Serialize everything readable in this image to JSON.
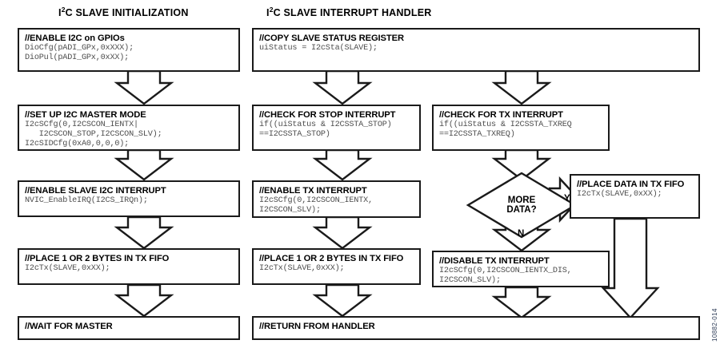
{
  "figure": {
    "id_label": "10882-014",
    "columns": [
      {
        "heading_prefix": "I",
        "heading_sup": "2",
        "heading_rest": "C SLAVE INITIALIZATION"
      },
      {
        "heading_prefix": "I",
        "heading_sup": "2",
        "heading_rest": "C SLAVE INTERRUPT HANDLER"
      }
    ]
  },
  "init_flow": {
    "box1": {
      "title": "//ENABLE I2C on GPIOs",
      "code": "DioCfg(pADI_GPx,0xXXX);\nDioPul(pADI_GPx,0xXX);"
    },
    "box2": {
      "title": "//SET UP I2C MASTER MODE",
      "code": "I2cSCfg(0,I2CSCON_IENTX|\n   I2CSCON_STOP,I2CSCON_SLV);\nI2cSIDCfg(0xA0,0,0,0);"
    },
    "box3": {
      "title": "//ENABLE SLAVE I2C INTERRUPT",
      "code": "NVIC_EnableIRQ(I2CS_IRQn);"
    },
    "box4": {
      "title": "//PLACE 1 OR 2 BYTES IN TX FIFO",
      "code": "I2cTx(SLAVE,0xXX);"
    },
    "box5": {
      "title": "//WAIT FOR MASTER",
      "code": ""
    }
  },
  "handler_flow": {
    "box1": {
      "title": "//COPY SLAVE STATUS REGISTER",
      "code": "uiStatus = I2cSta(SLAVE);"
    },
    "stop_branch": {
      "check": {
        "title": "//CHECK FOR STOP INTERRUPT",
        "code": "if((uiStatus & I2CSSTA_STOP)\n==I2CSSTA_STOP)"
      },
      "enable_tx": {
        "title": "//ENABLE TX INTERRUPT",
        "code": "I2cSCfg(0,I2CSCON_IENTX,\nI2CSCON_SLV);"
      },
      "place_bytes": {
        "title": "//PLACE 1 OR 2 BYTES IN TX FIFO",
        "code": "I2cTx(SLAVE,0xXX);"
      }
    },
    "tx_branch": {
      "check": {
        "title": "//CHECK FOR TX INTERRUPT",
        "code": "if((uiStatus & I2CSSTA_TXREQ\n==I2CSSTA_TXREQ)"
      },
      "decision": {
        "line1": "MORE",
        "line2": "DATA?",
        "yes_label": "Y",
        "no_label": "N"
      },
      "place_data": {
        "title": "//PLACE DATA IN TX FIFO",
        "code": "I2cTx(SLAVE,0xXX);"
      },
      "disable_tx": {
        "title": "//DISABLE TX INTERRUPT",
        "code": "I2cSCfg(0,I2CSCON_IENTX_DIS,\nI2CSCON_SLV);"
      }
    },
    "return_box": {
      "title": "//RETURN FROM HANDLER",
      "code": ""
    }
  },
  "colors": {
    "stroke": "#1a1a1a",
    "code_text": "#4d4d4d",
    "background": "#ffffff",
    "figure_id": "#2b3a55"
  }
}
